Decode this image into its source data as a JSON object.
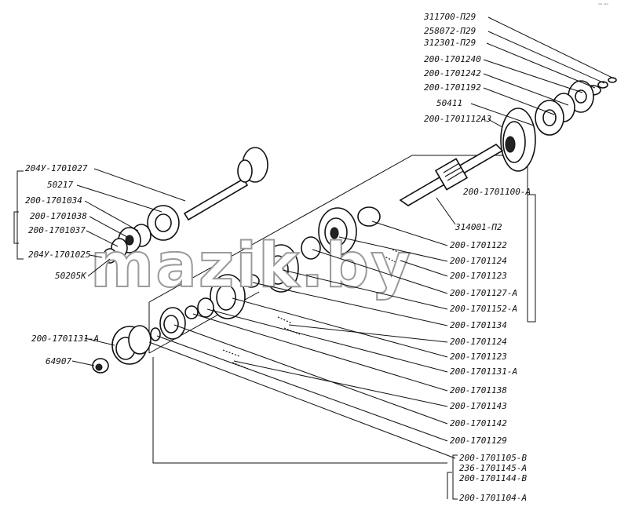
{
  "diagram": {
    "watermark": "mazik.by",
    "corner_mark": "ⁿᵐ ˢˣˣ",
    "labels": [
      {
        "id": "l1",
        "text": "311700-П29"
      },
      {
        "id": "l2",
        "text": "258072-П29"
      },
      {
        "id": "l3",
        "text": "312301-П29"
      },
      {
        "id": "l4",
        "text": "200-1701240"
      },
      {
        "id": "l5",
        "text": "200-1701242"
      },
      {
        "id": "l6",
        "text": "200-1701192"
      },
      {
        "id": "l7",
        "text": "50411"
      },
      {
        "id": "l8",
        "text": "200-1701112А3"
      },
      {
        "id": "l9",
        "text": "204У-1701027"
      },
      {
        "id": "l10",
        "text": "50217"
      },
      {
        "id": "l11",
        "text": "200-1701034"
      },
      {
        "id": "l12",
        "text": "200-1701038"
      },
      {
        "id": "l13",
        "text": "200-1701037"
      },
      {
        "id": "l14",
        "text": "204У-1701025"
      },
      {
        "id": "l15",
        "text": "50205К"
      },
      {
        "id": "l16",
        "text": "200-1701100-А"
      },
      {
        "id": "l17",
        "text": "314001-П2"
      },
      {
        "id": "l18",
        "text": "200-1701122"
      },
      {
        "id": "l19",
        "text": "200-1701124"
      },
      {
        "id": "l20",
        "text": "200-1701123"
      },
      {
        "id": "l21",
        "text": "200-1701127-А"
      },
      {
        "id": "l22",
        "text": "200-1701152-А"
      },
      {
        "id": "l23",
        "text": "200-1701134"
      },
      {
        "id": "l24",
        "text": "200-1701124"
      },
      {
        "id": "l25",
        "text": "200-1701123"
      },
      {
        "id": "l26",
        "text": "200-1701131-А"
      },
      {
        "id": "l27",
        "text": "200-1701138"
      },
      {
        "id": "l28",
        "text": "200-1701143"
      },
      {
        "id": "l29",
        "text": "200-1701142"
      },
      {
        "id": "l30",
        "text": "200-1701129"
      },
      {
        "id": "l31",
        "text": "200-1701105-В"
      },
      {
        "id": "l32",
        "text": "236-1701145-А"
      },
      {
        "id": "l33",
        "text": "200-1701144-В"
      },
      {
        "id": "l34",
        "text": "200-1701104-А"
      },
      {
        "id": "l35",
        "text": "200-1701131-А"
      },
      {
        "id": "l36",
        "text": "64907"
      }
    ]
  }
}
